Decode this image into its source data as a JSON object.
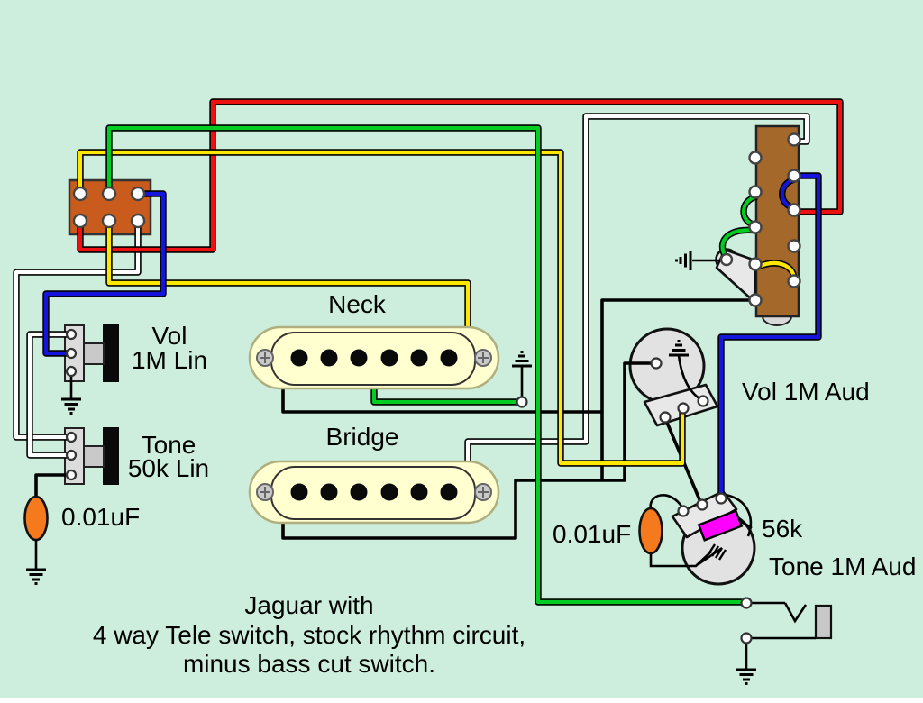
{
  "diagram_title": "Jaguar with 4 way Tele switch, stock rhythm circuit, minus bass cut switch.",
  "caption": {
    "line1": "Jaguar with",
    "line2": "4 way Tele switch, stock rhythm circuit,",
    "line3": "minus bass cut switch."
  },
  "pickups": {
    "neck_label": "Neck",
    "bridge_label": "Bridge"
  },
  "rhythm_circuit": {
    "volume_label_line1": "Vol",
    "volume_label_line2": "1M Lin",
    "tone_label_line1": "Tone",
    "tone_label_line2": "50k Lin",
    "capacitor_label": "0.01uF"
  },
  "lead_circuit": {
    "volume_label": "Vol 1M Aud",
    "tone_label": "Tone 1M Aud",
    "resistor_label": "56k",
    "capacitor_label": "0.01uF"
  },
  "colors": {
    "background": "#cdeedd",
    "bottom_strip": "#ffffff",
    "wires": {
      "red": "#ee1111",
      "yellow": "#ffe800",
      "green": "#00cc22",
      "blue": "#1414dd",
      "white": "#ffffff"
    },
    "rhythm_switch_body": "#c95c1c",
    "selector_switch_body": "#a5682b",
    "pickup_cream": "#ffffcf",
    "pickup_edge": "#afae7f",
    "capacitor_orange": "#f5791d",
    "resistor_magenta": "#ff00ff",
    "jack_sleeve_gray": "#c8c8c8"
  }
}
